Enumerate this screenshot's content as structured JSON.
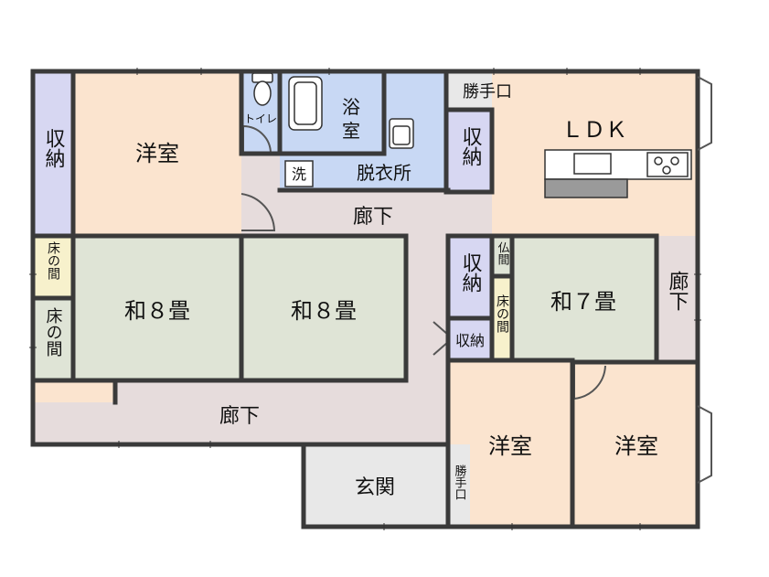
{
  "colors": {
    "western_room": "#fbe4cf",
    "japanese_room": "#dfe4d6",
    "storage": "#d7d7f2",
    "wet_area": "#c8d8f4",
    "hallway": "#e6dcdc",
    "entrance": "#e8e8e8",
    "alcove": "#f7f1cc",
    "wall": "#3a3a3a"
  },
  "rooms": {
    "western_nw": "洋室",
    "storage_nw": "収納",
    "toilet": "トイレ",
    "bath_1": "浴",
    "bath_2": "室",
    "wash": "洗",
    "dressing": "脱衣所",
    "back_door_top": "勝手口",
    "storage_ldk": "収納",
    "ldk": "ＬＤＫ",
    "hall_center": "廊下",
    "tokonoma_small": "床の間",
    "tokonoma_large": "床の間",
    "washitsu_west": "和８畳",
    "washitsu_center": "和８畳",
    "storage_mid": "収納",
    "storage_small": "収納",
    "butsuma": "仏間",
    "tokonoma_east": "床の間",
    "washitsu_east": "和７畳",
    "hall_east": "廊下",
    "hall_south": "廊下",
    "entrance": "玄関",
    "back_door_south": "勝手口",
    "western_sc": "洋室",
    "western_se": "洋室"
  }
}
